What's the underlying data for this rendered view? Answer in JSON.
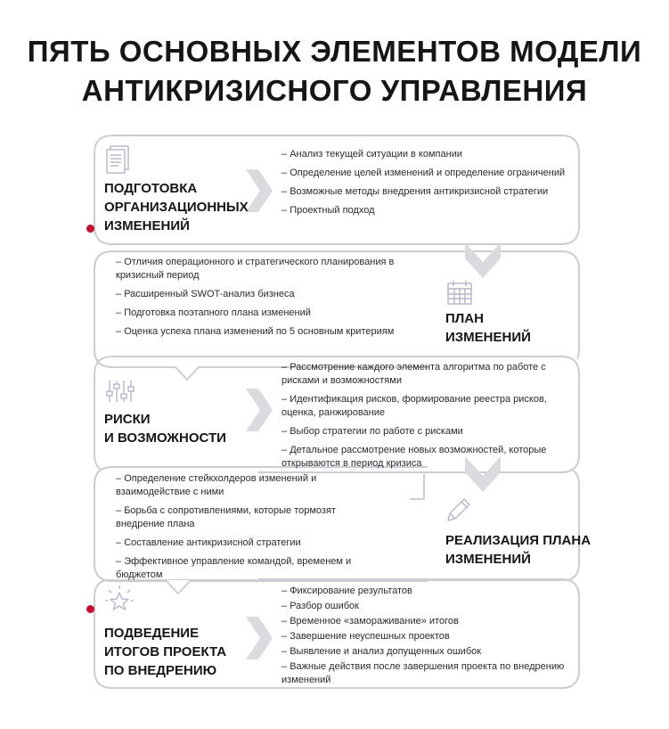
{
  "title": {
    "line1": "ПЯТЬ ОСНОВНЫХ ЭЛЕМЕНТОВ МОДЕЛИ",
    "line2": "АНТИКРИЗИСНОГО УПРАВЛЕНИЯ"
  },
  "colors": {
    "border": "#cfcdd3",
    "chevron": "#dcdadf",
    "accent": "#c8102e",
    "icon": "#b9b4cc"
  },
  "stages": [
    {
      "label": [
        "ПОДГОТОВКА",
        "ОРГАНИЗАЦИОННЫХ",
        "ИЗМЕНЕНИЙ"
      ],
      "icon": "documents-icon",
      "items": [
        "Анализ текущей ситуации в компании",
        "Определение целей изменений и определение ограничений",
        "Возможные методы внедрения антикризисной стратегии",
        "Проектный подход"
      ]
    },
    {
      "label": [
        "ПЛАН",
        "ИЗМЕНЕНИЙ"
      ],
      "icon": "calendar-icon",
      "items": [
        "Отличия операционного и стратегического планирования в кризисный период",
        "Расширенный SWOT-анализ бизнеса",
        "Подготовка поэтапного плана изменений",
        "Оценка успеха плана изменений по 5 основным критериям"
      ]
    },
    {
      "label": [
        "РИСКИ",
        "И ВОЗМОЖНОСТИ"
      ],
      "icon": "sliders-icon",
      "items": [
        "Рассмотрение каждого элемента алгоритма по работе с рисками и возможностями",
        "Идентификация рисков, формирование реестра рисков, оценка, ранжирование",
        "Выбор стратегии по работе с рисками",
        "Детальное рассмотрение новых возможностей, которые открываются в период кризиса"
      ]
    },
    {
      "label": [
        "РЕАЛИЗАЦИЯ ПЛАНА",
        "ИЗМЕНЕНИЙ"
      ],
      "icon": "pencil-icon",
      "items": [
        "Определение стейкхолдеров изменений и взаимодействие с ними",
        "Борьба с сопротивлениями, которые тормозят внедрение плана",
        "Составление антикризисной стратегии",
        "Эффективное управление командой, временем и бюджетом"
      ]
    },
    {
      "label": [
        "ПОДВЕДЕНИЕ",
        "ИТОГОВ ПРОЕКТА",
        "ПО ВНЕДРЕНИЮ"
      ],
      "icon": "sparkle-star-icon",
      "items": [
        "Фиксирование результатов",
        "Разбор ошибок",
        "Временное «замораживание» итогов",
        "Завершение неуспешных проектов",
        "Выявление и анализ допущенных ошибок",
        "Важные действия после завершения проекта по внедрению изменений"
      ]
    }
  ]
}
